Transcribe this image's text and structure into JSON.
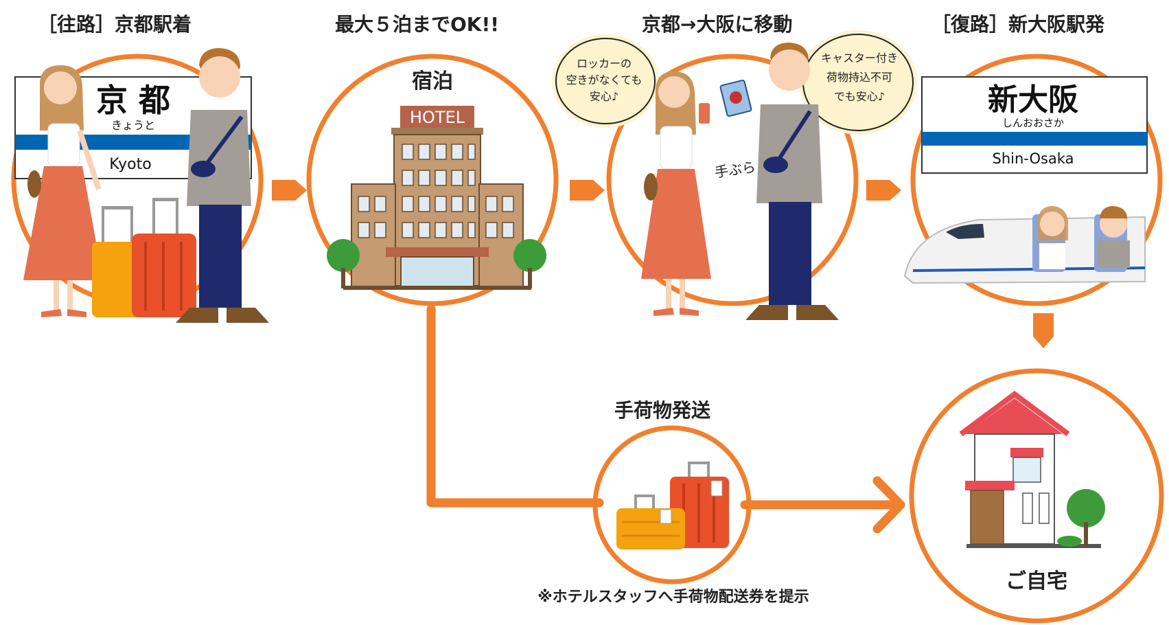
{
  "steps": {
    "outbound": {
      "title": "［往路］京都駅着"
    },
    "stay": {
      "title": "最大５泊までOK!!",
      "label": "宿泊"
    },
    "move": {
      "title": "京都→大阪に移動"
    },
    "return": {
      "title": "［復路］新大阪駅発"
    },
    "home": {
      "label": "ご自宅"
    },
    "ship": {
      "title": "手荷物発送"
    }
  },
  "kyoto_sign": {
    "kanji": "京 都",
    "kana": "きょうと",
    "roman": "Kyoto"
  },
  "shinosaka_sign": {
    "kanji": "新大阪",
    "kana": "しんおおさか",
    "roman": "Shin-Osaka"
  },
  "hotel_sign": "HOTEL",
  "bubble_left": [
    "ロッカーの",
    "空きがなくても",
    "安心♪"
  ],
  "bubble_right": [
    "キャスター付き",
    "荷物持込不可",
    "でも安心♪"
  ],
  "tebura": "手ぶら",
  "footnote": "※ホテルスタッフへ手荷物配送券を提示",
  "colors": {
    "orange": "#F0802E",
    "sign_blue": "#0066B3",
    "bubble": "#FDF3CF",
    "skirt": "#E4704E",
    "pants": "#1E2A6B",
    "shirt": "#A39D97",
    "suitcase_red": "#E8512A",
    "suitcase_orange": "#F4A20F",
    "hotel": "#C49B72",
    "roof": "#E84C55",
    "tree": "#3E9B3A"
  }
}
